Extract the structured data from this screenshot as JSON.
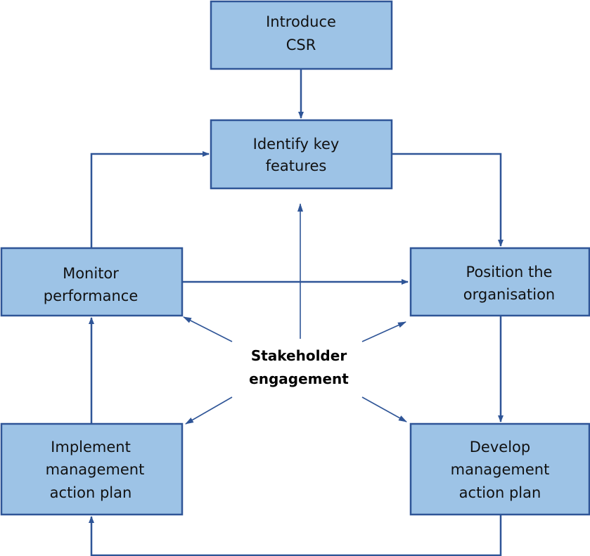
{
  "colors": {
    "box_fill": "#9dc3e6",
    "box_stroke": "#2f5597",
    "arrow": "#2f5597"
  },
  "nodes": {
    "introduce_csr": {
      "lines": [
        "Introduce",
        "CSR"
      ]
    },
    "identify_key_features": {
      "lines": [
        "Identify key",
        "features"
      ]
    },
    "position_organisation": {
      "lines": [
        "Position the",
        "organisation"
      ]
    },
    "monitor_performance": {
      "lines": [
        "Monitor",
        "performance"
      ]
    },
    "develop_plan": {
      "lines": [
        "Develop",
        "management",
        "action plan"
      ]
    },
    "implement_plan": {
      "lines": [
        "Implement",
        "management",
        "action plan"
      ]
    }
  },
  "center": {
    "lines": [
      "Stakeholder",
      "engagement"
    ]
  }
}
